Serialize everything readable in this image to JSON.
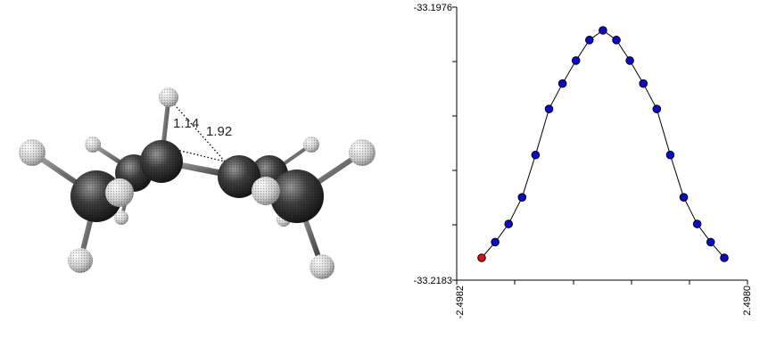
{
  "molecule": {
    "distance_labels": [
      "1.14",
      "1.92"
    ]
  },
  "chart_data": {
    "type": "line",
    "x": [
      -2.4982,
      -2.2208,
      -1.9434,
      -1.666,
      -1.3886,
      -1.1112,
      -0.8338,
      -0.5564,
      -0.279,
      -0.0016,
      0.2758,
      0.5532,
      0.8306,
      1.108,
      1.3854,
      1.6628,
      1.9402,
      2.2176,
      2.498
    ],
    "y": [
      -33.2171,
      -33.2158,
      -33.2143,
      -33.2121,
      -33.2086,
      -33.2048,
      -33.2027,
      -33.2008,
      -33.1991,
      -33.1983,
      -33.1991,
      -33.2008,
      -33.2027,
      -33.2048,
      -33.2086,
      -33.2121,
      -33.2143,
      -33.2158,
      -33.2171
    ],
    "highlight_index": 0,
    "ylim": [
      -33.2183,
      -33.1976
    ],
    "xlim": [
      -2.4982,
      2.498
    ],
    "ytick_labels": [
      "-33.1976",
      "-33.2183"
    ],
    "xtick_labels": [
      "-2.4982",
      "2.4980"
    ],
    "colors": {
      "point": "#0a0ad2",
      "highlight": "#e01010",
      "line": "#000000"
    }
  }
}
